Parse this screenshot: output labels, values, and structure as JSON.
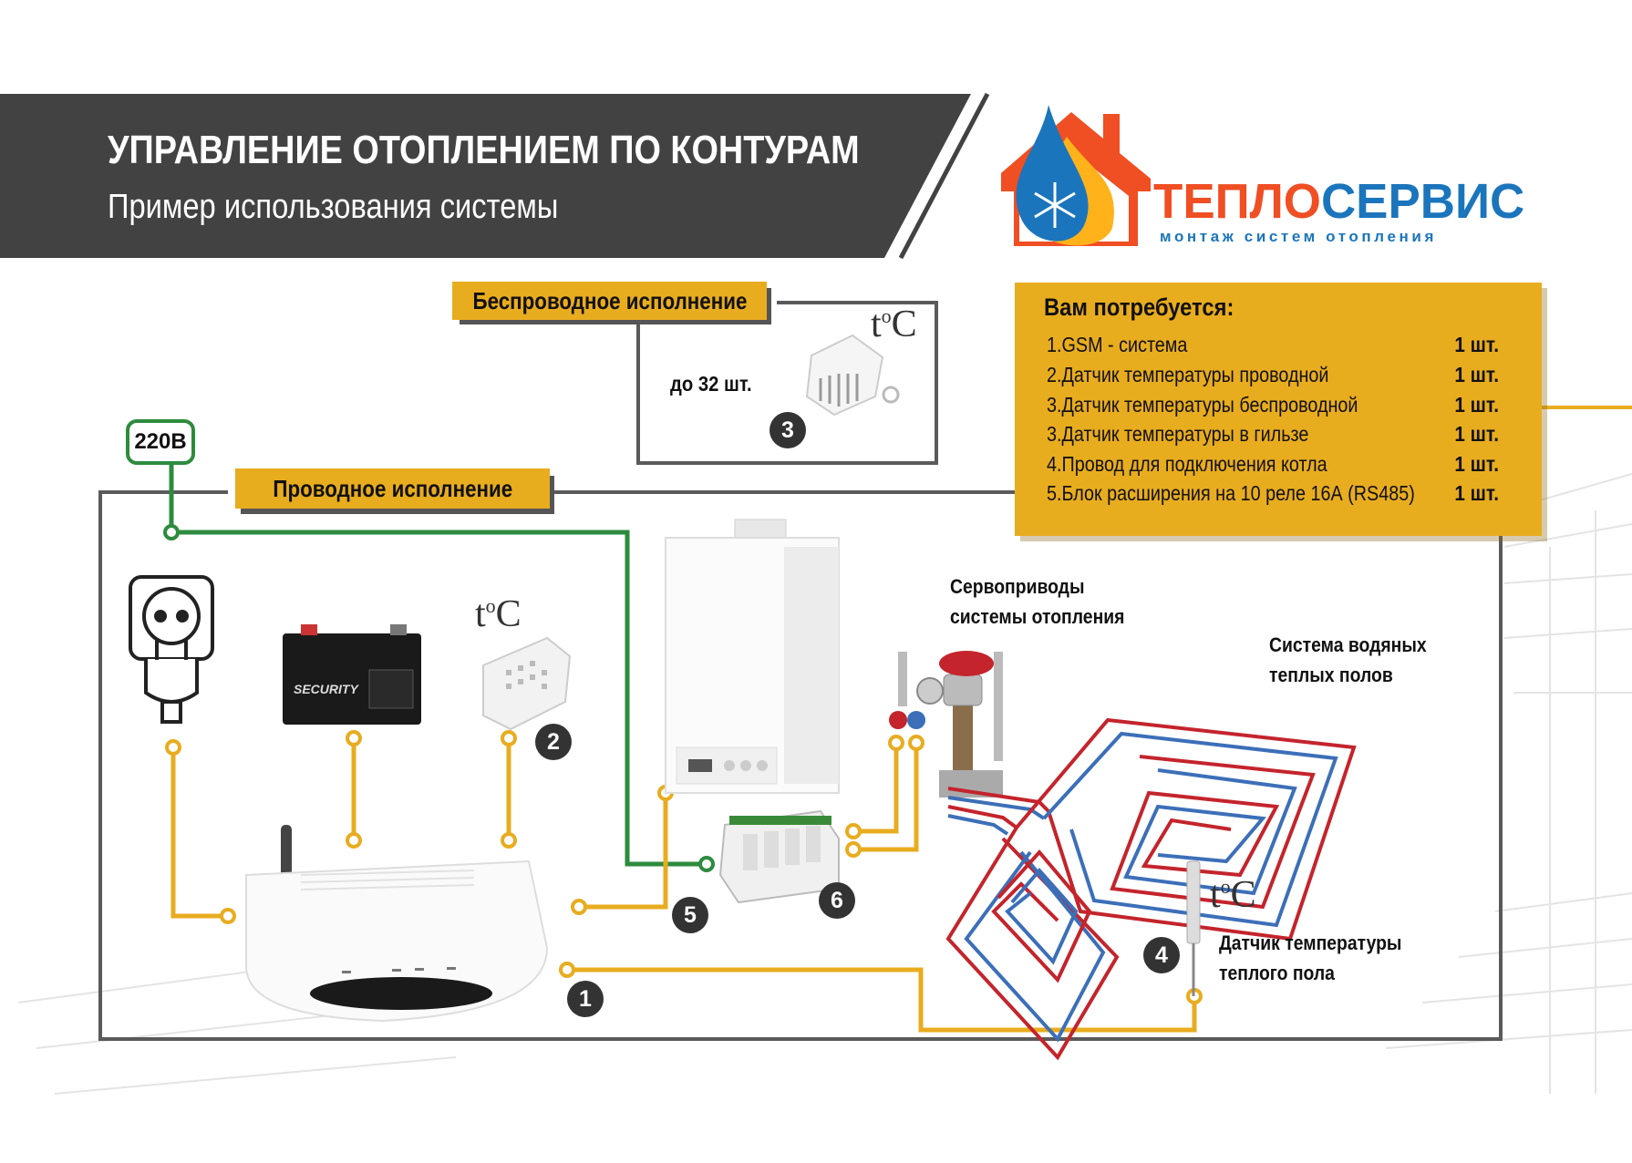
{
  "header": {
    "title": "УПРАВЛЕНИЕ ОТОПЛЕНИЕМ ПО КОНТУРАМ",
    "subtitle": "Пример использования системы"
  },
  "logo": {
    "name_part1": "ТЕПЛО",
    "name_part2": "СЕРВИС",
    "tagline": "монтаж систем отопления"
  },
  "tags": {
    "wireless": "Беспроводное исполнение",
    "wired": "Проводное исполнение"
  },
  "wireless_box": {
    "count": "до 32 шт.",
    "temp_symbol": "t",
    "temp_degree": "o",
    "temp_unit": "C",
    "number": "3"
  },
  "requirements": {
    "title": "Вам потребуется:",
    "items": [
      {
        "name": "1.GSM - система",
        "qty": "1 шт."
      },
      {
        "name": "2.Датчик температуры проводной",
        "qty": "1 шт."
      },
      {
        "name": "3.Датчик температуры беспроводной",
        "qty": "1 шт."
      },
      {
        "name": "3.Датчик температуры в гильзе",
        "qty": "1 шт."
      },
      {
        "name": "4.Провод для подключения котла",
        "qty": "1 шт."
      },
      {
        "name": "5.Блок расширения на 10 реле 16А (RS485)",
        "qty": "1 шт."
      }
    ]
  },
  "power": {
    "label": "220В"
  },
  "wired_sensor": {
    "temp_symbol": "t",
    "temp_degree": "o",
    "temp_unit": "C",
    "number": "2"
  },
  "battery": {
    "brand": "SECURITY"
  },
  "servo": {
    "label_line1": "Сервоприводы",
    "label_line2": "системы отопления"
  },
  "floor_system": {
    "label_line1": "Система водяных",
    "label_line2": "теплых полов"
  },
  "floor_sensor": {
    "label_line1": "Датчик температуры",
    "label_line2": "теплого пола",
    "temp_symbol": "t",
    "temp_degree": "o",
    "temp_unit": "C",
    "number": "4"
  },
  "numbers": {
    "gsm": "1",
    "boiler_wire": "5",
    "relay": "6"
  },
  "colors": {
    "banner": "#424242",
    "accent": "#e8ac1f",
    "power_wire": "#2e8b3e",
    "pipe_hot": "#c4242c",
    "pipe_cold": "#3c6fb8",
    "logo_red": "#f04e23",
    "logo_blue": "#1b75bc"
  }
}
